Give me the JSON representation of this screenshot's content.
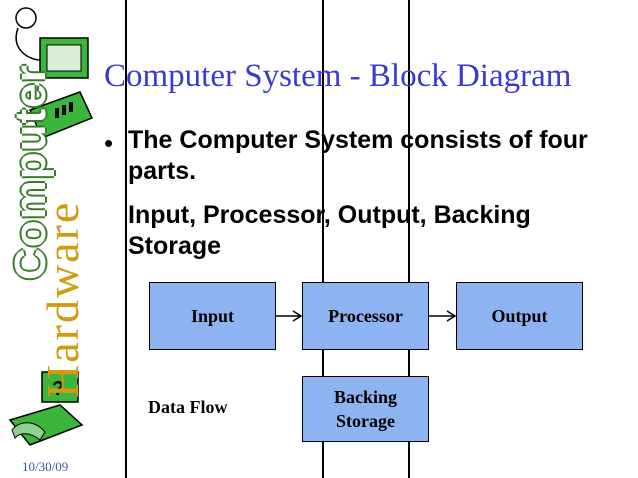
{
  "slide": {
    "title": "Computer System - Block Diagram",
    "bullet": "•",
    "paragraph_1": "The Computer System consists of four parts.",
    "paragraph_2": "Input, Processor, Output, Backing Storage",
    "date": "10/30/09"
  },
  "sidebar": {
    "vertical_word_1": "Computer",
    "vertical_word_2": "Hardware"
  },
  "diagram": {
    "blocks": {
      "input": "Input",
      "processor": "Processor",
      "output": "Output",
      "backing_line_1": "Backing",
      "backing_line_2": "Storage"
    },
    "flow_label": "Data Flow",
    "block_color": "#8db4f0"
  },
  "colors": {
    "title": "#3a3ad0",
    "sidebar_green": "#3a7a2a",
    "sidebar_gold": "#d19a12",
    "date": "#3a5aa6"
  }
}
